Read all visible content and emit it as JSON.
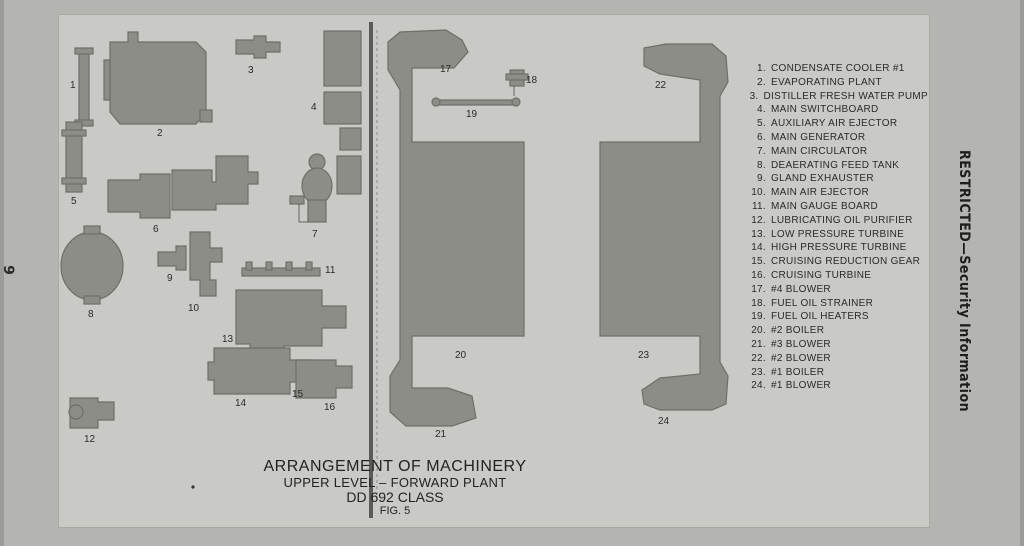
{
  "page_number": "9",
  "side_text": "RESTRICTED—Security Information",
  "caption": {
    "title": "ARRANGEMENT OF MACHINERY",
    "subtitle": "UPPER LEVEL – FORWARD PLANT",
    "ship_class": "DD 692 CLASS",
    "figure": "FIG. 5"
  },
  "legend": [
    {
      "num": "1.",
      "label": "CONDENSATE COOLER #1"
    },
    {
      "num": "2.",
      "label": "EVAPORATING PLANT"
    },
    {
      "num": "3.",
      "label": "DISTILLER FRESH WATER PUMP"
    },
    {
      "num": "4.",
      "label": "MAIN SWITCHBOARD"
    },
    {
      "num": "5.",
      "label": "AUXILIARY AIR EJECTOR"
    },
    {
      "num": "6.",
      "label": "MAIN GENERATOR"
    },
    {
      "num": "7.",
      "label": "MAIN CIRCULATOR"
    },
    {
      "num": "8.",
      "label": "DEAERATING FEED TANK"
    },
    {
      "num": "9.",
      "label": "GLAND EXHAUSTER"
    },
    {
      "num": "10.",
      "label": "MAIN AIR EJECTOR"
    },
    {
      "num": "11.",
      "label": "MAIN GAUGE BOARD"
    },
    {
      "num": "12.",
      "label": "LUBRICATING OIL PURIFIER"
    },
    {
      "num": "13.",
      "label": "LOW PRESSURE TURBINE"
    },
    {
      "num": "14.",
      "label": "HIGH PRESSURE TURBINE"
    },
    {
      "num": "15.",
      "label": "CRUISING REDUCTION GEAR"
    },
    {
      "num": "16.",
      "label": "CRUISING TURBINE"
    },
    {
      "num": "17.",
      "label": "#4 BLOWER"
    },
    {
      "num": "18.",
      "label": "FUEL OIL STRAINER"
    },
    {
      "num": "19.",
      "label": "FUEL OIL HEATERS"
    },
    {
      "num": "20.",
      "label": "#2 BOILER"
    },
    {
      "num": "21.",
      "label": "#3 BLOWER"
    },
    {
      "num": "22.",
      "label": "#2 BLOWER"
    },
    {
      "num": "23.",
      "label": "#1 BOILER"
    },
    {
      "num": "24.",
      "label": "#1 BLOWER"
    }
  ],
  "callouts": [
    "1",
    "2",
    "3",
    "4",
    "5",
    "6",
    "7",
    "8",
    "9",
    "10",
    "11",
    "12",
    "13",
    "14",
    "15",
    "16",
    "17",
    "18",
    "19",
    "20",
    "21",
    "22",
    "23",
    "24"
  ],
  "colors": {
    "equipment_fill": "#8d8d88",
    "equipment_stroke": "#6f6f6a",
    "plate": "#c9c9c5"
  }
}
